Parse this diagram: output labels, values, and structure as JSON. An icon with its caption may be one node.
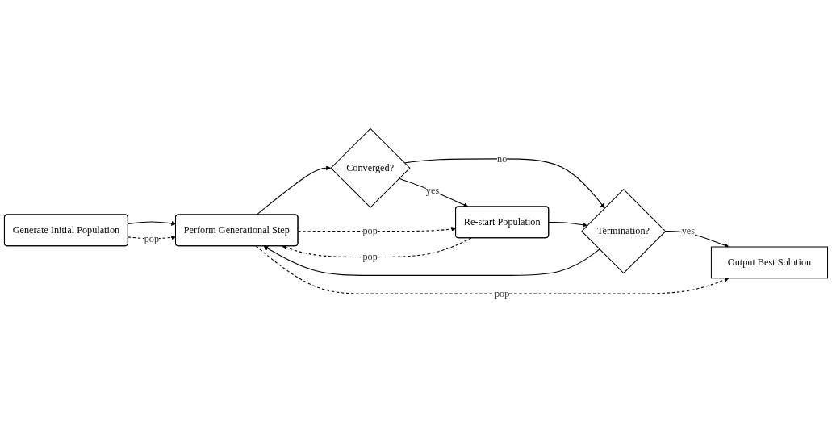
{
  "diagram": {
    "nodes": [
      {
        "text": [
          "Generate Initial Population"
        ]
      },
      {
        "text": [
          "Perform Generational Step"
        ]
      },
      {
        "text": [
          "Re-start Population"
        ]
      },
      {
        "text": [
          "Converged?"
        ]
      },
      {
        "text": [
          "Termination?"
        ]
      },
      {
        "text": [
          "Output Best Solution"
        ]
      }
    ],
    "edges": [
      {
        "from": 0,
        "to": 1,
        "arrow": "to"
      },
      {
        "from": 0,
        "to": 1,
        "arrow": "to",
        "style": "dashed",
        "label": "pop"
      },
      {
        "from": 1,
        "to": 3,
        "arrow": "to"
      },
      {
        "from": 3,
        "to": 2,
        "arrow": "to",
        "label": "yes"
      },
      {
        "from": 3,
        "to": 4,
        "arrow": "to",
        "label": "no"
      },
      {
        "from": 2,
        "to": 4,
        "arrow": "to"
      },
      {
        "from": 4,
        "to": 5,
        "arrow": "to",
        "label": "yes"
      },
      {
        "from": 4,
        "to": 1,
        "arrow": "to"
      },
      {
        "from": 2,
        "to": 1,
        "arrow": "to",
        "style": "dashed",
        "label": "pop"
      },
      {
        "from": 1,
        "to": 2,
        "arrow": "to",
        "style": "dashed",
        "label": "pop"
      },
      {
        "from": 1,
        "to": 5,
        "arrow": "to",
        "style": "dashed",
        "label": "pop"
      }
    ]
  }
}
